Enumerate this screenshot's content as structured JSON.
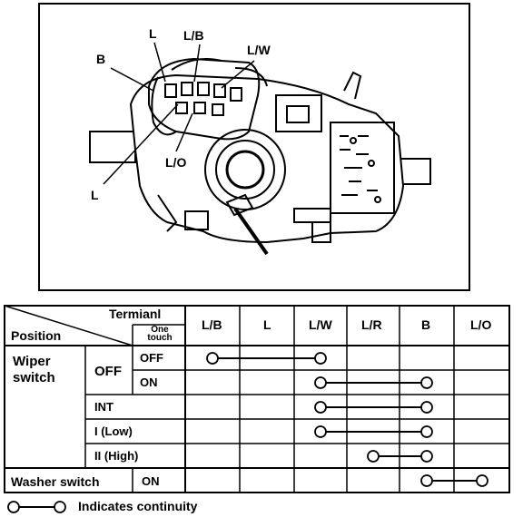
{
  "figure": {
    "callouts": {
      "B": "B",
      "L_top": "L",
      "LB": "L/B",
      "LW": "L/W",
      "LO": "L/O",
      "L_bottom": "L"
    }
  },
  "table": {
    "header_terminal": "Termianl",
    "header_one_touch_1": "One",
    "header_one_touch_2": "touch",
    "header_position": "Position",
    "columns": [
      "L/B",
      "L",
      "L/W",
      "L/R",
      "B",
      "L/O"
    ],
    "wiper_switch_1": "Wiper",
    "wiper_switch_2": "switch",
    "off": "OFF",
    "one_touch_off": "OFF",
    "one_touch_on": "ON",
    "int": "INT",
    "low": "I (Low)",
    "high": "II (High)",
    "washer_switch": "Washer switch",
    "washer_on": "ON"
  },
  "continuity": [
    {
      "row": "OFF/OFF",
      "from": "L/B",
      "to": "L/W"
    },
    {
      "row": "OFF/ON",
      "from": "L/W",
      "to": "B"
    },
    {
      "row": "INT",
      "from": "L/W",
      "to": "B"
    },
    {
      "row": "I (Low)",
      "from": "L/W",
      "to": "B"
    },
    {
      "row": "II (High)",
      "from": "L/R",
      "to": "B"
    },
    {
      "row": "Washer switch ON",
      "from": "B",
      "to": "L/O"
    }
  ],
  "legend": {
    "text": "Indicates continuity"
  }
}
